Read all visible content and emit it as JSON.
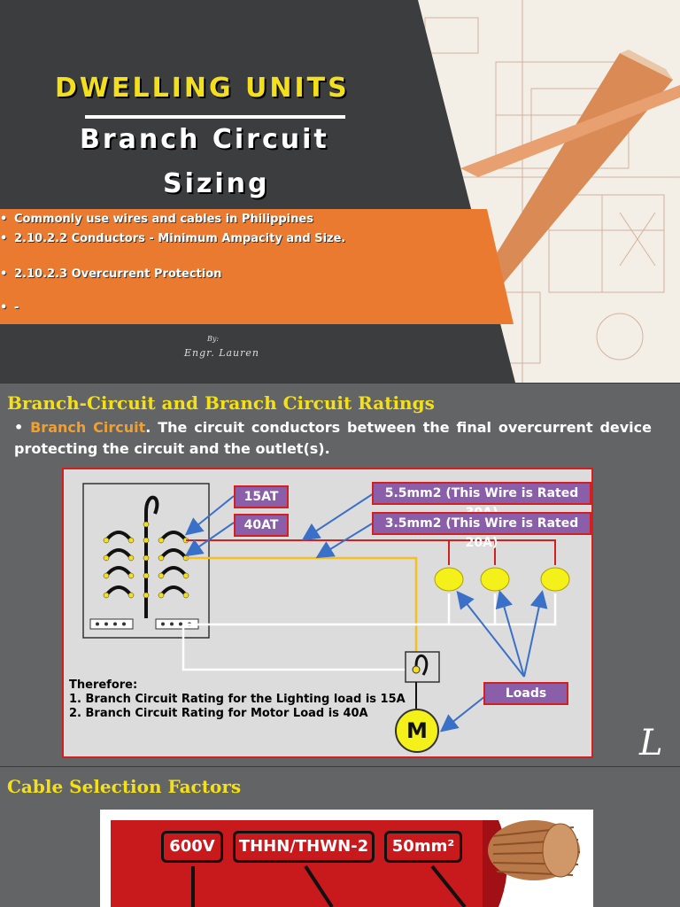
{
  "slide1": {
    "title_line1": "DWELLING UNITS",
    "title_line2": "Branch Circuit",
    "title_line3": "Sizing",
    "bullets": [
      {
        "bullet": "•",
        "text": "Commonly use wires and cables in Philippines"
      },
      {
        "bullet": "•",
        "text": "2.10.2.2  Conductors - Minimum Ampacity and Size."
      },
      {
        "bullet": "•",
        "text": "2.10.2.3 Overcurrent Protection"
      },
      {
        "bullet": "•",
        "text": "-"
      }
    ],
    "by_label": "By:",
    "author": "Engr.  Lauren",
    "colors": {
      "background": "#3c3d3f",
      "orange": "#ea7a30",
      "title_yellow": "#f4e01a"
    }
  },
  "slide2": {
    "title": "Branch-Circuit and Branch Circuit Ratings",
    "bullet": "•",
    "term": "Branch Circuit",
    "definition": ". The circuit conductors between the final overcurrent device protecting the circuit and the outlet(s).",
    "labels": {
      "breaker_15": "15AT",
      "breaker_40": "40AT",
      "wire_55": "5.5mm2 (This Wire is Rated 30A)",
      "wire_35": "3.5mm2 (This Wire is Rated 20A)",
      "loads": "Loads",
      "motor": "M"
    },
    "therefore": {
      "heading": "Therefore:",
      "items": [
        "1.   Branch Circuit Rating for the Lighting load is 15A",
        "2.   Branch Circuit Rating for Motor Load is 40A"
      ]
    },
    "logo": "L"
  },
  "slide3": {
    "title": "Cable Selection Factors",
    "tags": [
      "600V",
      "THHN/THWN-2",
      "50mm²"
    ]
  }
}
